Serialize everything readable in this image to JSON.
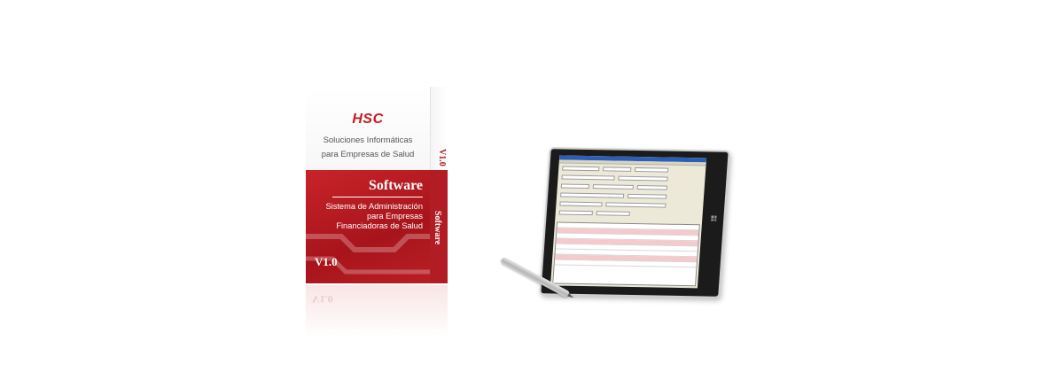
{
  "box": {
    "logo": "HSC",
    "subtitle_line1": "Soluciones Informáticas",
    "subtitle_line2": "para Empresas de Salud",
    "software_title": "Software",
    "description_line1": "Sistema de Administración",
    "description_line2": "para Empresas",
    "description_line3": "Financiadoras de Salud",
    "version": "V1.0",
    "side_version": "V1.0",
    "side_label": "Software",
    "reflection_text": "V1.0",
    "brand_color": "#c41a20"
  },
  "tablet": {
    "device": "tablet-with-kickstand",
    "screen_app": "spreadsheet-like management application"
  },
  "pen": {
    "icon": "stylus-pen"
  }
}
